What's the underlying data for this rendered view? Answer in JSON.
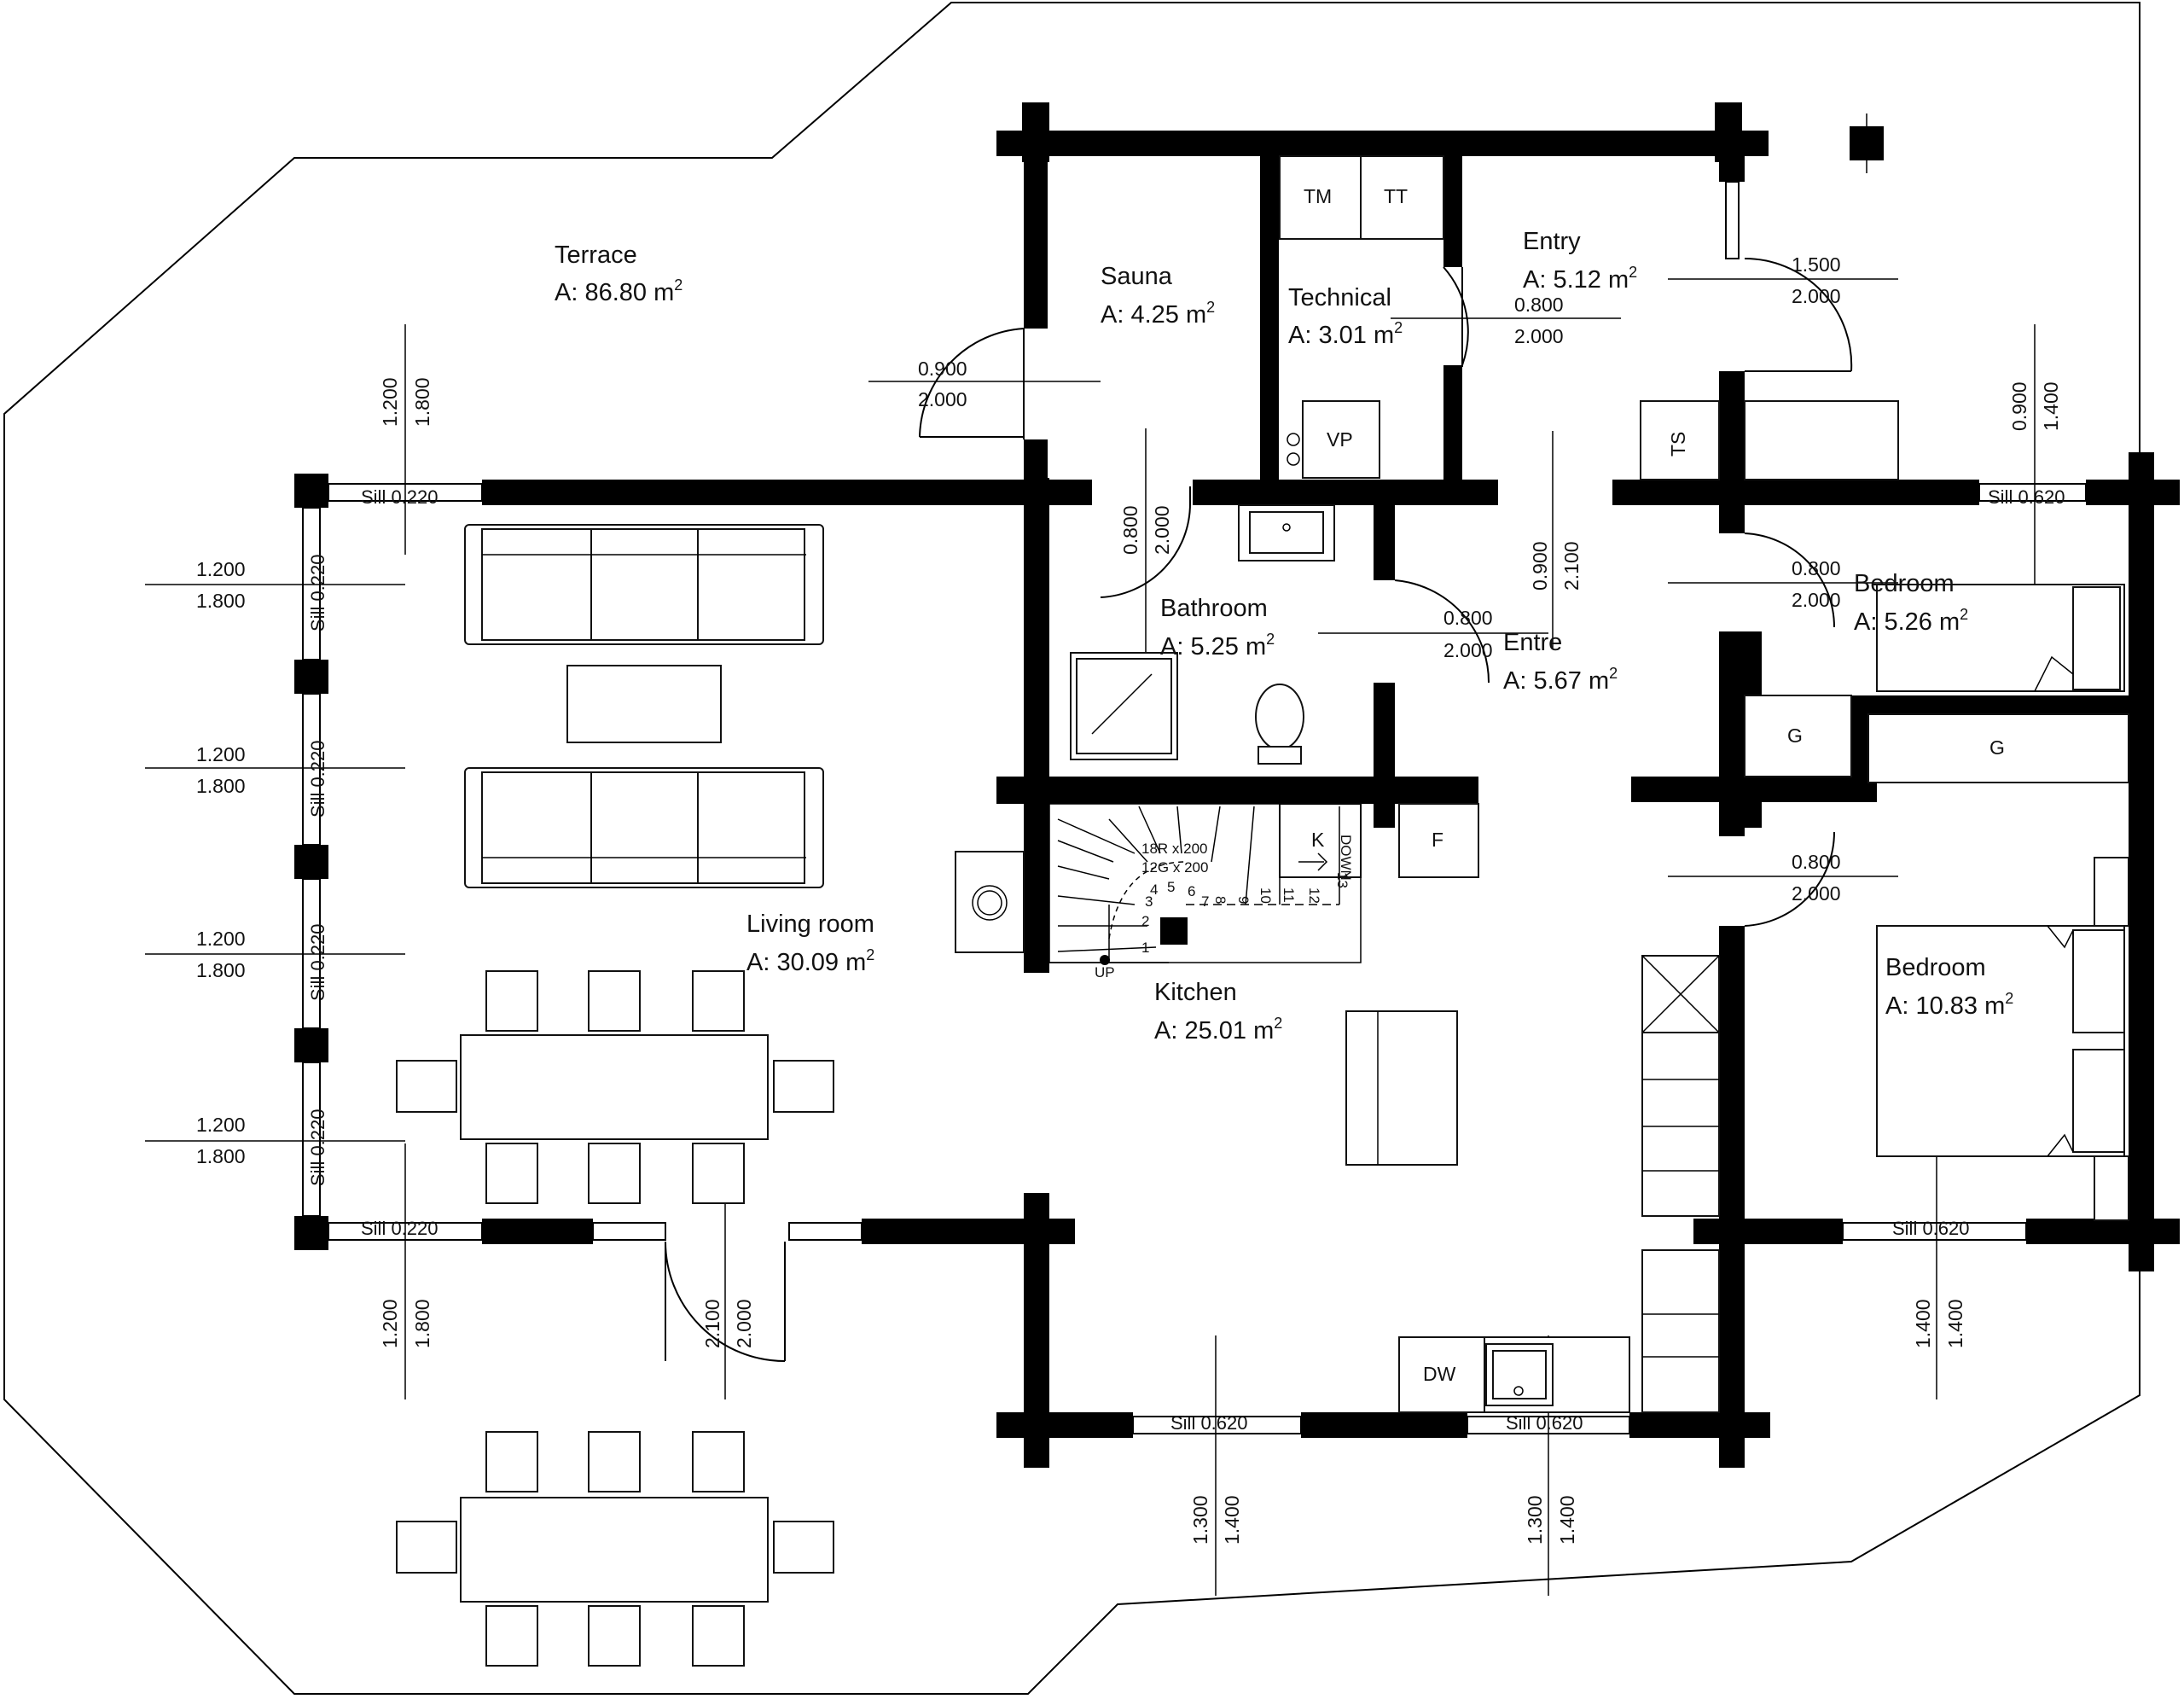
{
  "rooms": {
    "terrace": {
      "name": "Terrace",
      "area": "A: 86.80 m",
      "unit_sup": "2"
    },
    "sauna": {
      "name": "Sauna",
      "area": "A: 4.25 m",
      "unit_sup": "2"
    },
    "technical": {
      "name": "Technical",
      "area": "A: 3.01 m",
      "unit_sup": "2"
    },
    "entry": {
      "name": "Entry",
      "area": "A: 5.12 m",
      "unit_sup": "2"
    },
    "bathroom": {
      "name": "Bathroom",
      "area": "A: 5.25 m",
      "unit_sup": "2"
    },
    "entre": {
      "name": "Entre",
      "area": "A: 5.67 m",
      "unit_sup": "2"
    },
    "bedroom1": {
      "name": "Bedroom",
      "area": "A: 5.26 m",
      "unit_sup": "2"
    },
    "living": {
      "name": "Living room",
      "area": "A: 30.09 m",
      "unit_sup": "2"
    },
    "kitchen": {
      "name": "Kitchen",
      "area": "A: 25.01 m",
      "unit_sup": "2"
    },
    "bedroom2": {
      "name": "Bedroom",
      "area": "A: 10.83 m",
      "unit_sup": "2"
    }
  },
  "fixtures": {
    "tm": "TM",
    "tt": "TT",
    "vp": "VP",
    "ts": "TS",
    "g1": "G",
    "g2": "G",
    "k": "K",
    "f": "F",
    "dw": "DW"
  },
  "stairs": {
    "risers": "18R x 200",
    "goings": "12G x 200",
    "up": "UP",
    "down": "DOWN",
    "steps": [
      "1",
      "2",
      "3",
      "4",
      "5",
      "6",
      "7",
      "8",
      "9",
      "10",
      "11",
      "12",
      "13"
    ]
  },
  "sills": {
    "s1": "Sill 0.220",
    "s2": "Sill 0.220",
    "s3": "Sill 0.220",
    "s4": "Sill 0.220",
    "s5": "Sill 0.220",
    "s6": "Sill 0.220",
    "s7": "Sill 0.620",
    "s8": "Sill 0.620",
    "s9": "Sill 0.620",
    "s10": "Sill 0.620"
  },
  "dimensions": {
    "sauna_door": {
      "w": "0.900",
      "h": "2.000"
    },
    "tech_door": {
      "w": "0.800",
      "h": "2.000"
    },
    "entry_door": {
      "w": "1.500",
      "h": "2.000"
    },
    "bath_door": {
      "w": "0.800",
      "h": "2.000"
    },
    "bath_door2": {
      "w": "0.800",
      "h": "2.000"
    },
    "entre_vert": {
      "w": "0.900",
      "h": "2.100"
    },
    "bed1_door": {
      "w": "0.800",
      "h": "2.000"
    },
    "bed2_door": {
      "w": "0.800",
      "h": "2.000"
    },
    "bed1_win": {
      "w": "0.900",
      "h": "1.400"
    },
    "terrace_win_top": {
      "w": "1.200",
      "h": "1.800"
    },
    "left_win_1": {
      "w": "1.200",
      "h": "1.800"
    },
    "left_win_2": {
      "w": "1.200",
      "h": "1.800"
    },
    "left_win_3": {
      "w": "1.200",
      "h": "1.800"
    },
    "left_win_4": {
      "w": "1.200",
      "h": "1.800"
    },
    "living_bottom_win": {
      "w": "1.200",
      "h": "1.800"
    },
    "living_door": {
      "w": "2.100",
      "h": "2.000"
    },
    "kitchen_win_1": {
      "w": "1.300",
      "h": "1.400"
    },
    "kitchen_win_2": {
      "w": "1.300",
      "h": "1.400"
    },
    "bed2_win": {
      "w": "1.400",
      "h": "1.400"
    }
  }
}
